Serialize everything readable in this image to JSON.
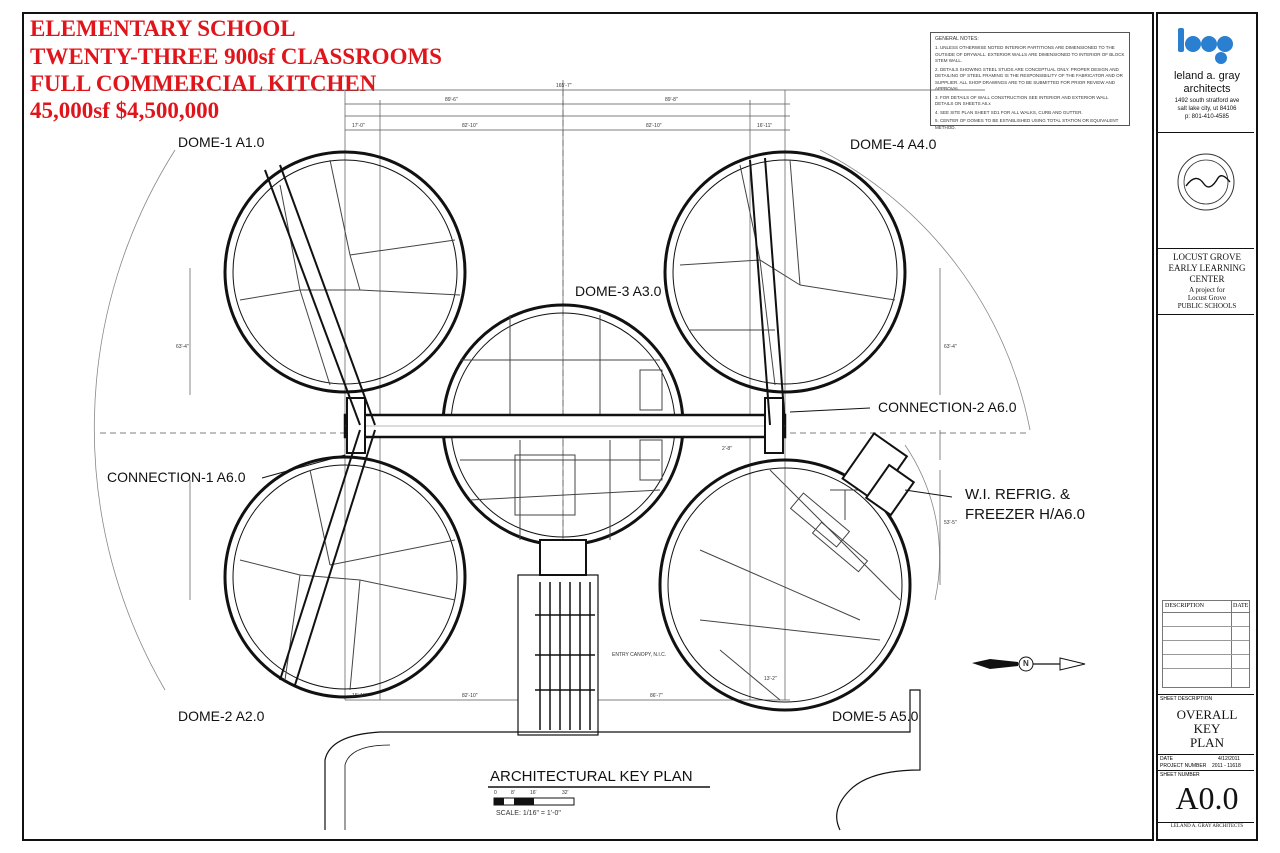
{
  "headline": [
    "ELEMENTARY SCHOOL",
    "TWENTY-THREE 900sf CLASSROOMS",
    "FULL COMMERCIAL KITCHEN",
    "45,000sf      $4,500,000"
  ],
  "labels": {
    "dome1": "DOME-1 A1.0",
    "dome2": "DOME-2 A2.0",
    "dome3": "DOME-3 A3.0",
    "dome4": "DOME-4 A4.0",
    "dome5": "DOME-5 A5.0",
    "connection1": "CONNECTION-1 A6.0",
    "connection2": "CONNECTION-2 A6.0",
    "refrig_line1": "W.I. REFRIG. &",
    "refrig_line2": "FREEZER H/A6.0",
    "entry_canopy": "ENTRY CANOPY, N.I.C.",
    "north": "N"
  },
  "dimensions": {
    "overall": "165'-7\"",
    "top_left_half": "89'-6\"",
    "top_right_half": "89'-8\"",
    "seg1": "17'-0\"",
    "seg2": "82'-10\"",
    "seg3": "82'-10\"",
    "seg4": "16'-11\"",
    "bottom1": "15'-11\"",
    "bottom2": "82'-10\"",
    "bottom3": "86'-7\"",
    "left_side": "63'-4\"",
    "right_side": "63'-4\"",
    "right_lower": "53'-5\"",
    "misc1": "13'-2\"",
    "misc2": "2'-8\""
  },
  "key_plan": {
    "title": "ARCHITECTURAL KEY PLAN",
    "scale_ticks": [
      "0",
      "8'",
      "16'",
      "32'"
    ],
    "scale_text": "SCALE: 1/16\" = 1'-0\""
  },
  "general_notes": {
    "heading": "GENERAL NOTES:",
    "items": [
      "1. UNLESS OTHERWISE NOTED INTERIOR PARTITIONS ARE DIMENSIONED TO THE OUTSIDE OF DRYWALL. EXTERIOR WALLS ARE DIMENSIONED TO INTERIOR OF BLOCK STEM WALL.",
      "2. DETAILS SHOWING STEEL STUDS ARE CONCEPTUAL ONLY. PROPER DESIGN AND DETAILING OF STEEL FRAMING IS THE RESPONSIBILITY OF THE FABRICATOR AND OR SUPPLIER. ALL SHOP DRAWINGS ARE TO BE SUBMITTED FOR PRIOR REVIEW AND APPROVAL.",
      "3. FOR DETAILS OF WALL CONSTRUCTION SEE INTERIOR AND EXTERIOR WALL DETAILS ON SHEETS A6.x",
      "4. SEE SITE PLAN SHEET SD1 FOR ALL WALKS, CURB AND GUTTER.",
      "5. CENTER OF DOMES TO BE ESTABLISHED USING TOTAL STATION OR EQUIVALENT METHOD."
    ]
  },
  "title_block": {
    "logo_text": "lega",
    "firm_line1": "leland a. gray",
    "firm_line2": "architects",
    "address1": "1492 south stratford ave",
    "address2": "salt lake city, ut 84106",
    "phone": "p: 801-410-4585",
    "project_line1": "LOCUST GROVE",
    "project_line2": "EARLY LEARNING",
    "project_line3": "CENTER",
    "project_line4": "A project for",
    "project_line5": "Locust Grove",
    "project_line6": "PUBLIC SCHOOLS",
    "rev_description": "DESCRIPTION",
    "rev_date": "DATE",
    "sheet_description_label": "SHEET DESCRIPTION",
    "sheet_title1": "OVERALL",
    "sheet_title2": "KEY",
    "sheet_title3": "PLAN",
    "date_label": "DATE",
    "date_value": "4/12/2011",
    "project_number_label": "PROJECT NUMBER",
    "project_number_value": "2011 - 11618",
    "sheet_number_label": "SHEET NUMBER",
    "sheet_number": "A0.0",
    "footer": "LELAND A. GRAY ARCHITECTS"
  },
  "colors": {
    "headline": "#e0151b",
    "logo": "#2a7fd0",
    "line": "#111111"
  }
}
